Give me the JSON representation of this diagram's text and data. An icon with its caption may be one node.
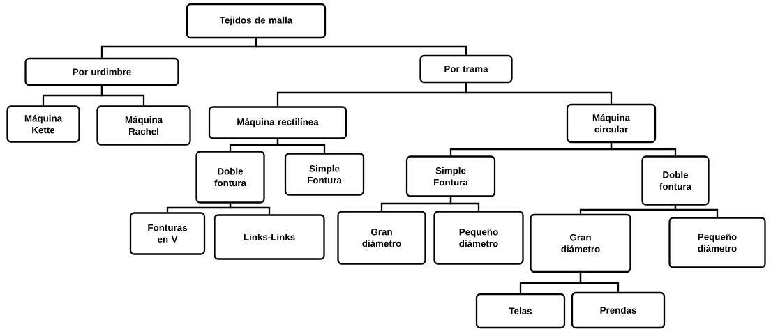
{
  "diagram": {
    "nodes": [
      {
        "text": [
          "Tejidos de malla"
        ]
      },
      {
        "text": [
          "Por urdimbre"
        ]
      },
      {
        "text": [
          "Por trama"
        ]
      },
      {
        "text": [
          "Máquina Kette"
        ]
      },
      {
        "text": [
          "Máquina Rachel"
        ]
      },
      {
        "text": [
          "Máquina rectilínea"
        ]
      },
      {
        "text": [
          "Máquina circular"
        ]
      },
      {
        "text": [
          "Doble fontura"
        ]
      },
      {
        "text": [
          "Simple Fontura"
        ]
      },
      {
        "text": [
          "Simple Fontura"
        ]
      },
      {
        "text": [
          "Doble fontura"
        ]
      },
      {
        "text": [
          "Fonturas en V"
        ]
      },
      {
        "text": [
          "Links-Links"
        ]
      },
      {
        "text": [
          "Gran diámetro"
        ]
      },
      {
        "text": [
          "Pequeño diámetro"
        ]
      },
      {
        "text": [
          "Gran diámetro"
        ]
      },
      {
        "text": [
          "Pequeño diámetro"
        ]
      },
      {
        "text": [
          "Telas"
        ]
      },
      {
        "text": [
          "Prendas"
        ]
      }
    ],
    "edges": [
      {
        "from": 0,
        "to": 1,
        "arrow": "none"
      },
      {
        "from": 0,
        "to": 2,
        "arrow": "none"
      },
      {
        "from": 1,
        "to": 3,
        "arrow": "none"
      },
      {
        "from": 1,
        "to": 4,
        "arrow": "none"
      },
      {
        "from": 2,
        "to": 5,
        "arrow": "none"
      },
      {
        "from": 2,
        "to": 6,
        "arrow": "none"
      },
      {
        "from": 5,
        "to": 7,
        "arrow": "none"
      },
      {
        "from": 5,
        "to": 8,
        "arrow": "none"
      },
      {
        "from": 6,
        "to": 9,
        "arrow": "none"
      },
      {
        "from": 6,
        "to": 10,
        "arrow": "none"
      },
      {
        "from": 7,
        "to": 11,
        "arrow": "none"
      },
      {
        "from": 7,
        "to": 12,
        "arrow": "none"
      },
      {
        "from": 9,
        "to": 13,
        "arrow": "none"
      },
      {
        "from": 9,
        "to": 14,
        "arrow": "none"
      },
      {
        "from": 10,
        "to": 15,
        "arrow": "none"
      },
      {
        "from": 10,
        "to": 16,
        "arrow": "none"
      },
      {
        "from": 15,
        "to": 17,
        "arrow": "none"
      },
      {
        "from": 15,
        "to": 18,
        "arrow": "none"
      }
    ]
  }
}
